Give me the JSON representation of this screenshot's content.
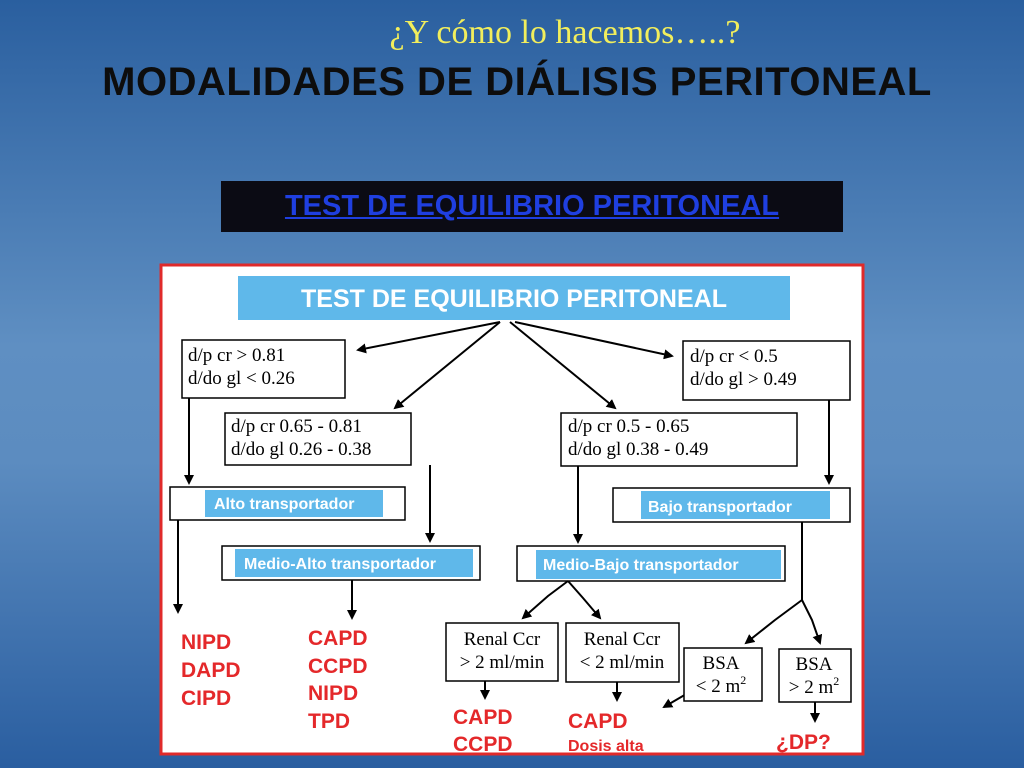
{
  "header": {
    "subtitle": "¿Y cómo lo hacemos…..?",
    "title": "MODALIDADES DE DIÁLISIS PERITONEAL",
    "test_heading": "TEST DE EQUILIBRIO PERITONEAL"
  },
  "diagram": {
    "root": "TEST DE EQUILIBRIO PERITONEAL",
    "criteria": {
      "high": [
        "d/p cr > 0.81",
        "d/do gl < 0.26"
      ],
      "mid_high": [
        "d/p cr 0.65 - 0.81",
        "d/do gl 0.26 - 0.38"
      ],
      "mid_low": [
        "d/p cr 0.5 - 0.65",
        "d/do gl 0.38 - 0.49"
      ],
      "low": [
        "d/p cr < 0.5",
        "d/do gl > 0.49"
      ]
    },
    "transporters": {
      "high": "Alto transportador",
      "mid_high": "Medio-Alto transportador",
      "mid_low": "Medio-Bajo transportador",
      "low": "Bajo transportador"
    },
    "subconditions": {
      "renal_high": [
        "Renal Ccr",
        "> 2 ml/min"
      ],
      "renal_low": [
        "Renal Ccr",
        "< 2 ml/min"
      ],
      "bsa_low": [
        "BSA",
        "< 2 m",
        "2"
      ],
      "bsa_high": [
        "BSA",
        "> 2 m",
        "2"
      ]
    },
    "modalities": {
      "high": [
        "NIPD",
        "DAPD",
        "CIPD"
      ],
      "mid_high": [
        "CAPD",
        "CCPD",
        "NIPD",
        "TPD"
      ],
      "renal_high": [
        "CAPD",
        "CCPD"
      ],
      "renal_low": [
        "CAPD",
        "Dosis alta"
      ],
      "bsa_high": [
        "¿DP?"
      ]
    },
    "colors": {
      "panel_bg": "#ffffff",
      "panel_border": "#e02a2a",
      "label_bg": "#5fb8ea",
      "modality_text": "#e4282a"
    }
  }
}
